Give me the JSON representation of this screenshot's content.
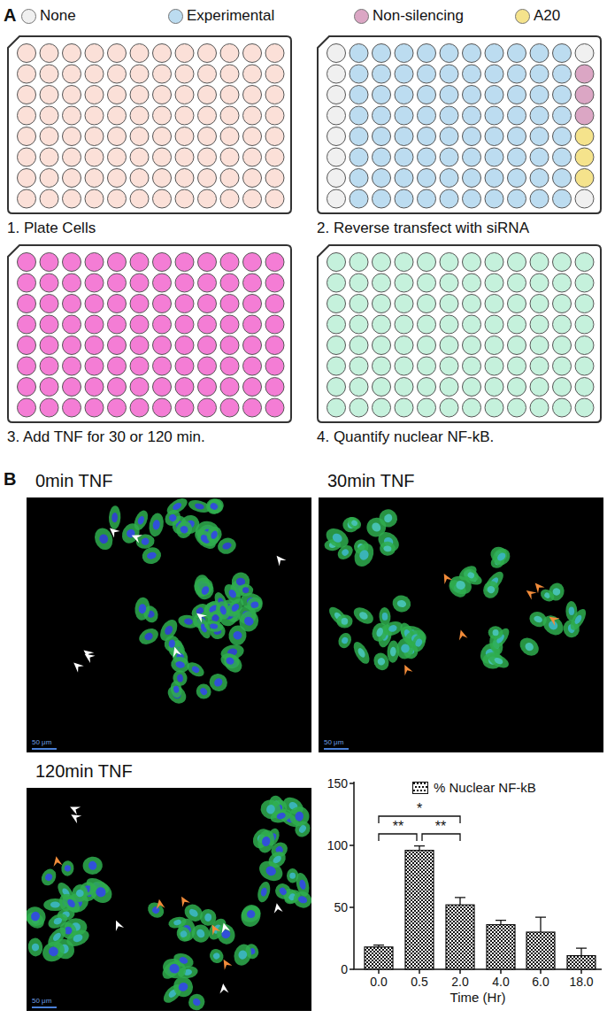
{
  "diagram": {
    "nodes": [
      {
        "text": [
          "1. Plate Cells"
        ]
      },
      {
        "text": [
          "2. Reverse transfect with siRNA"
        ]
      },
      {
        "text": [
          "3. Add TNF for 30 or 120 min."
        ]
      },
      {
        "text": [
          "4. Quantify nuclear NF-kB."
        ]
      },
      {
        "text": [
          "0min TNF"
        ]
      },
      {
        "text": [
          "30min TNF"
        ]
      },
      {
        "text": [
          "120min TNF"
        ]
      }
    ],
    "labels": [
      "A",
      "B",
      "50 μm",
      "50 μm",
      "50 μm",
      "150",
      "100",
      "50",
      "0",
      "0.0",
      "0.5",
      "2.0",
      "4.0",
      "6.0",
      "18.0",
      "Time (Hr)",
      "**",
      "*",
      "**"
    ],
    "legend": [
      {
        "text": "None",
        "color": "#f0f0f0"
      },
      {
        "text": "Experimental",
        "color": "#bcdcf0"
      },
      {
        "text": "Non-silencing",
        "color": "#dba6c4"
      },
      {
        "text": "A20",
        "color": "#f5e38c"
      },
      {
        "text": "% Nuclear NF-kB"
      }
    ]
  }
}
